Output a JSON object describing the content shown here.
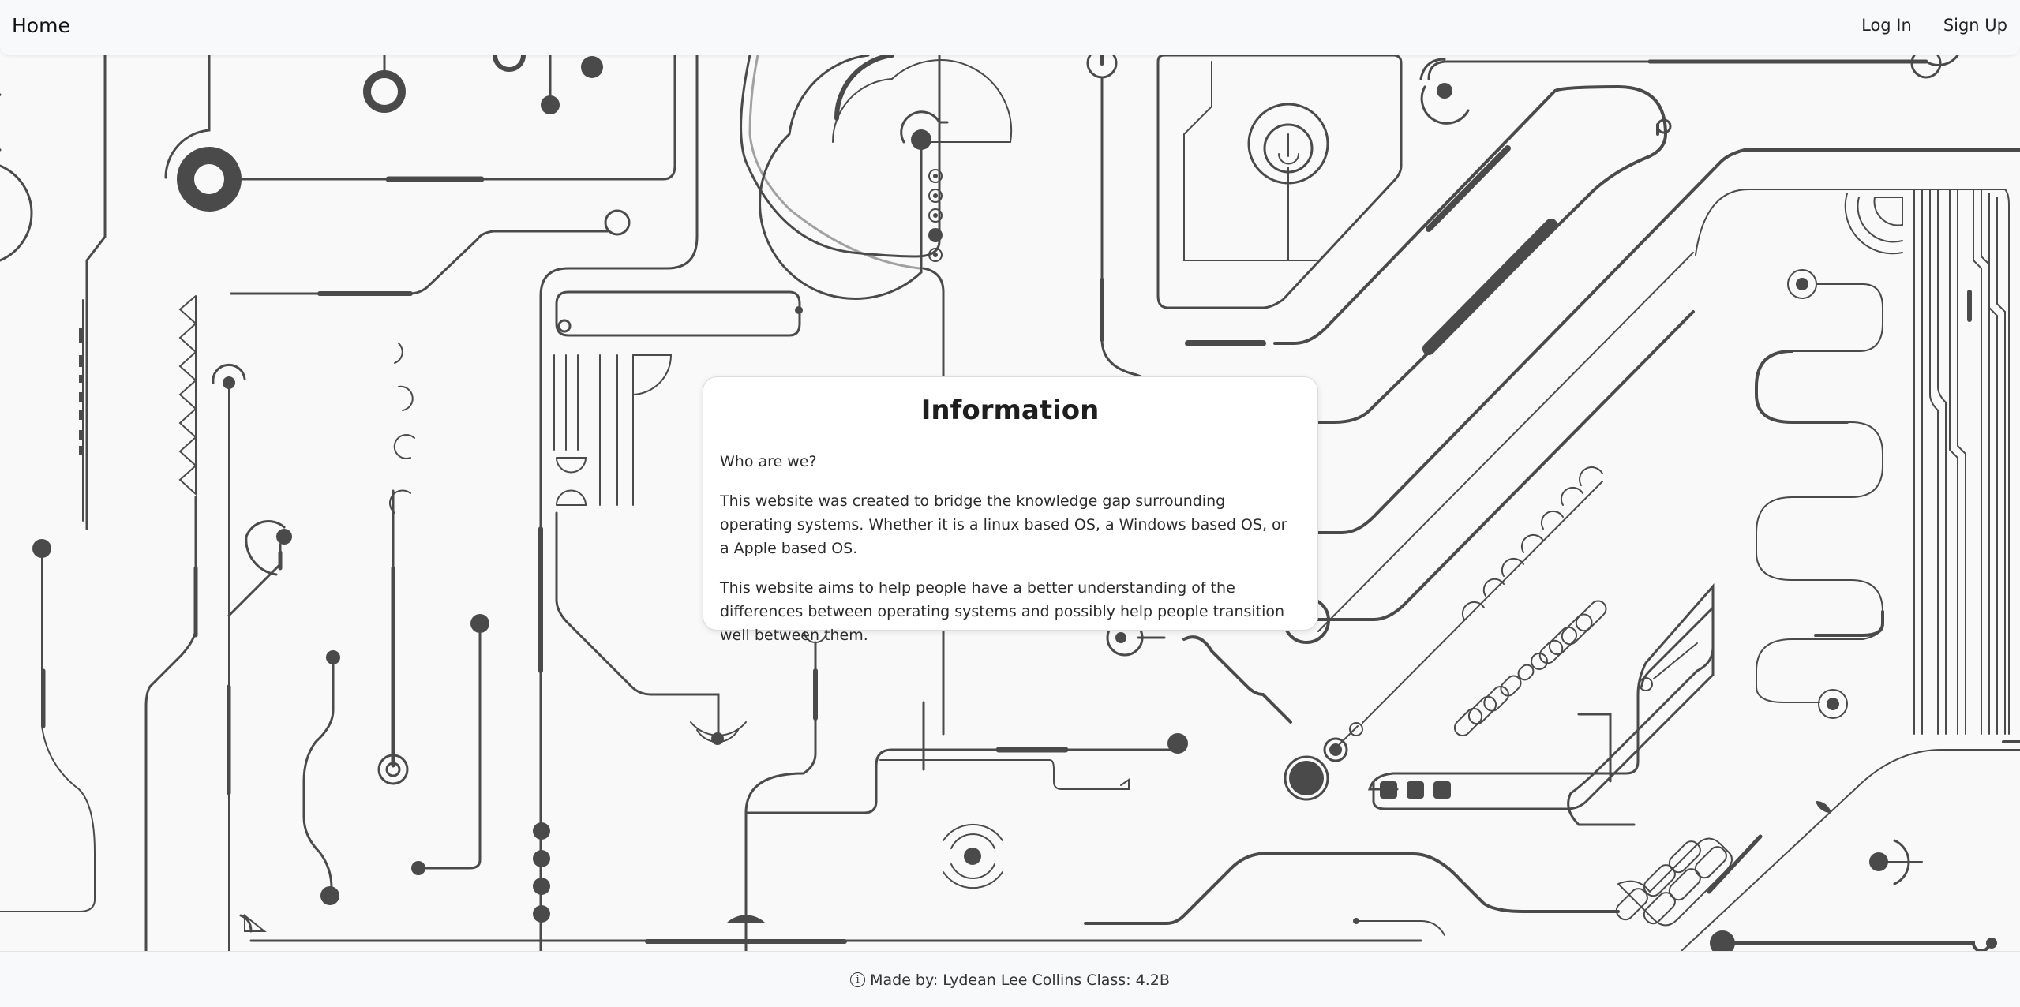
{
  "navbar": {
    "brand": "Home",
    "login_label": "Log In",
    "signup_label": "Sign Up"
  },
  "info": {
    "title": "Information",
    "question": "Who are we?",
    "paragraph1": "This website was created to bridge the knowledge gap surrounding operating systems. Whether it is a linux based OS, a Windows based OS, or a Apple based OS.",
    "paragraph2": "This website aims to help people have a better understanding of the differences between operating systems and possibly help people transition well between them."
  },
  "footer": {
    "icon": "info-circle-icon",
    "text": "Made by: Lydean Lee Collins Class: 4.2B"
  },
  "colors": {
    "circuit": "#4a4a4a",
    "background": "#f9f9f9",
    "bar": "#f8f9fa"
  }
}
